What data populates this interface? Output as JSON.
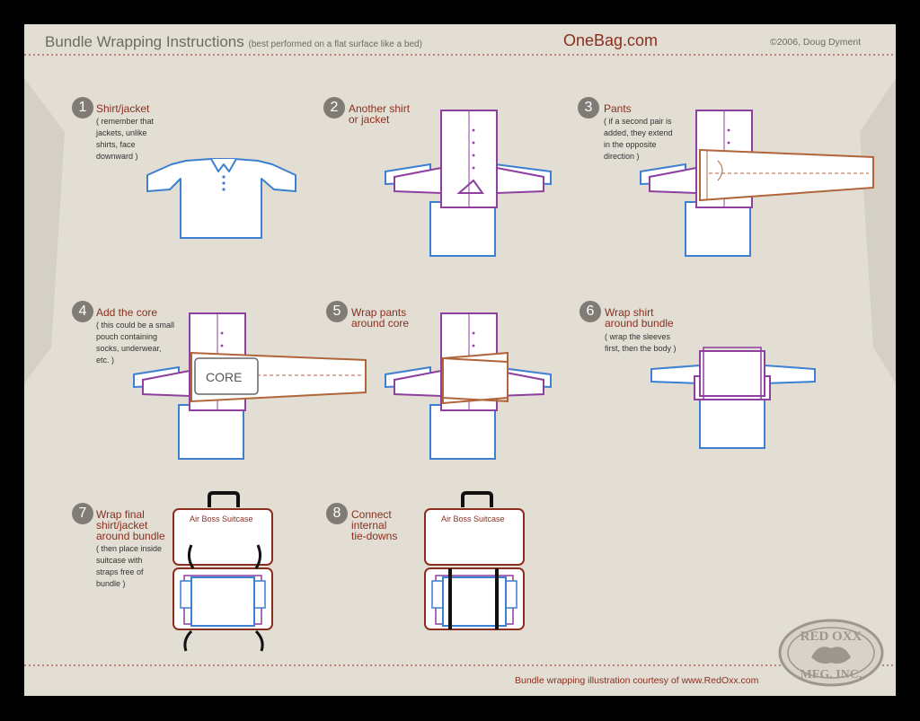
{
  "header": {
    "title": "Bundle Wrapping Instructions",
    "subtitle": "(best performed on a flat surface like a bed)",
    "site": "OneBag.com",
    "copyright": "©2006, Doug Dyment"
  },
  "steps": [
    {
      "number": "1",
      "title": "Shirt/jacket",
      "note": "( remember that\njackets, unlike\nshirts, face\ndownward )"
    },
    {
      "number": "2",
      "title": "Another shirt\nor jacket",
      "note": ""
    },
    {
      "number": "3",
      "title": "Pants",
      "note": "( if a second pair is\nadded, they extend\nin the opposite\ndirection )"
    },
    {
      "number": "4",
      "title": "Add the core",
      "note": "( this could be a small\npouch containing\nsocks, underwear,\netc. )"
    },
    {
      "number": "5",
      "title": "Wrap pants\naround core",
      "note": ""
    },
    {
      "number": "6",
      "title": "Wrap shirt\naround bundle",
      "note": "( wrap the sleeves\nfirst, then the body )"
    },
    {
      "number": "7",
      "title": "Wrap final\nshirt/jacket\naround bundle",
      "note": "( then place inside\nsuitcase with\nstraps free of\nbundle )"
    },
    {
      "number": "8",
      "title": "Connect\ninternal\ntie-downs",
      "note": ""
    }
  ],
  "core_label": "CORE",
  "suitcase_label": "Air Boss Suitcase",
  "footer": "Bundle wrapping illustration courtesy of www.RedOxx.com",
  "logo": {
    "text_top": "RED OXX",
    "text_bottom": "MFG. INC."
  },
  "colors": {
    "background": "#e2ded4",
    "frame": "#000000",
    "accent": "#8a2f1f",
    "shirt_blue": "#3d7fd1",
    "shirt_purple": "#8e3fa0",
    "pants_brown": "#b0653a",
    "step_circle": "#807b74"
  }
}
